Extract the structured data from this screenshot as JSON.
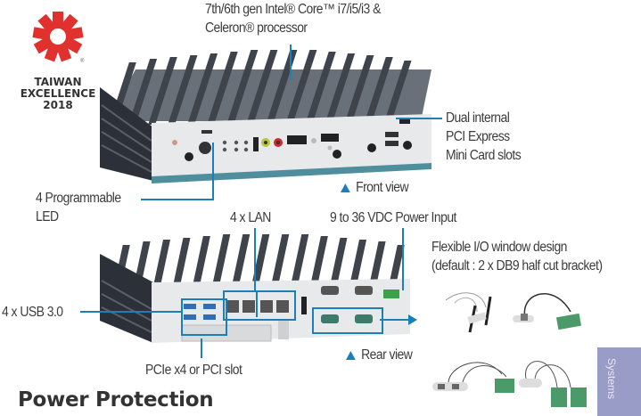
{
  "award": {
    "line1": "TAIWAN",
    "line2": "EXCELLENCE",
    "line3": "2018",
    "logo_icon": "taiwan-excellence-star-icon",
    "registered_mark": "®"
  },
  "callouts": {
    "processor_line1": "7th/6th gen Intel® Core™ i7/i5/i3 &",
    "processor_line2": "Celeron® processor",
    "minicard_line1": "Dual internal",
    "minicard_line2": "PCI Express",
    "minicard_line3": "Mini Card slots",
    "led_line1": "4 Programmable",
    "led_line2": "LED",
    "front_view": "Front view",
    "lan": "4 x LAN",
    "power": "9 to 36 VDC Power Input",
    "flex_line1": "Flexible I/O window design",
    "flex_line2": "(default : 2 x DB9 half cut bracket)",
    "usb": "4 x USB 3.0",
    "rear_view": "Rear view",
    "pcie": "PCIe x4 or PCI slot"
  },
  "section_title": "Power Protection",
  "side_tab": "Systems",
  "colors": {
    "accent": "#1d7fb8",
    "logo_red": "#e0312f",
    "side_tab": "#9a9cc8",
    "chassis": "#e9eaec",
    "fins": "#4a4f58"
  }
}
